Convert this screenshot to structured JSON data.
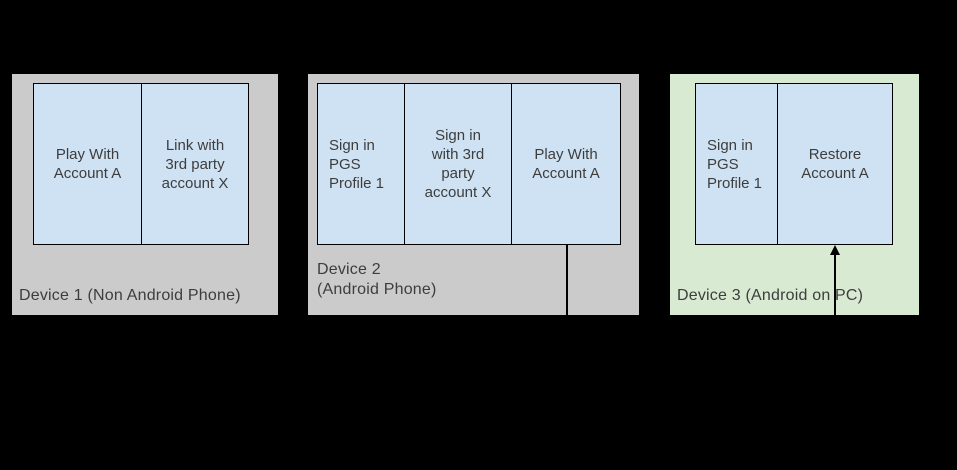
{
  "canvas": {
    "background": "#000000"
  },
  "colors": {
    "device_fill_gray": "#cbcbcb",
    "device_fill_green": "#d9ead3",
    "step_fill_blue": "#cfe2f3",
    "step_border": "#000000",
    "text": "#3d3d3d",
    "connector": "#000000"
  },
  "devices": [
    {
      "name": "Device 1",
      "label": "Device 1 (Non Android Phone)",
      "steps": [
        {
          "label": "Play With\nAccount A"
        },
        {
          "label": "Link with\n3rd party\naccount X"
        }
      ]
    },
    {
      "name": "Device 2",
      "label": "Device 2\n(Android Phone)",
      "steps": [
        {
          "label": "Sign in\nPGS\nProfile 1"
        },
        {
          "label": "Sign in\nwith 3rd\nparty\naccount X"
        },
        {
          "label": "Play With\nAccount A"
        }
      ],
      "connector": "line down from Play With Account A to device edge"
    },
    {
      "name": "Device 3",
      "label": "Device 3 (Android on PC)",
      "steps": [
        {
          "label": "Sign in\nPGS\nProfile 1"
        },
        {
          "label": "Restore\nAccount A"
        }
      ],
      "connector": "arrow up from device edge into Restore Account A"
    }
  ]
}
